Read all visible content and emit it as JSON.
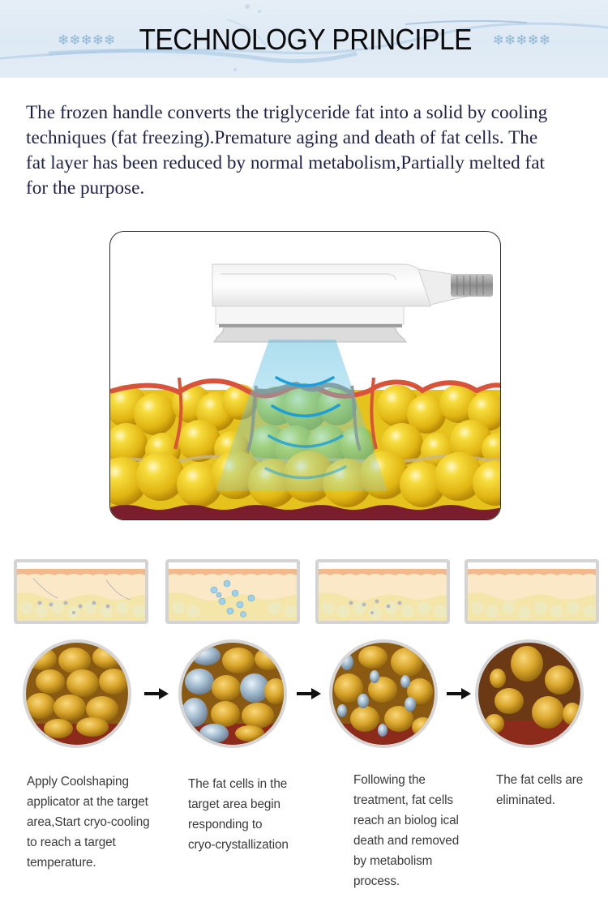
{
  "header": {
    "title": "TECHNOLOGY PRINCIPLE",
    "decoration_icon": "snowflake-icon",
    "decoration_glyph": "❄❄❄❄❄",
    "background_color": "#dde9f4"
  },
  "intro": {
    "lines": [
      "The frozen handle converts the triglyceride fat into a solid by cooling",
      "techniques (fat freezing).Premature aging and death of fat cells. The",
      "fat layer has been reduced by normal metabolism,Partially melted fat",
      "for the purpose."
    ],
    "text_color": "#1f2147"
  },
  "diagram": {
    "description": "Cryolipolysis handle applicator emitting a blue cooling beam into yellow fat cell layer beneath red skin",
    "colors": {
      "fat": "#e8c51c",
      "skin": "#d9533a",
      "beam": "#6fc3e0",
      "waves": "#1a9fd8",
      "base": "#7a1e2e"
    }
  },
  "steps": [
    {
      "caption": [
        "Apply Coolshaping",
        "applicator at the target",
        "area,Start cryo-cooling",
        "to reach a target",
        "temperature."
      ],
      "state": "normal"
    },
    {
      "caption": [
        "The fat cells in the",
        "target area begin",
        "responding to",
        "cryo-crystallization"
      ],
      "state": "crystallizing"
    },
    {
      "caption": [
        "Following the",
        "treatment, fat cells",
        "reach an biolog ical",
        "death and removed",
        "by metabolism",
        "process."
      ],
      "state": "dying"
    },
    {
      "caption": [
        "The fat cells are",
        "eliminated."
      ],
      "state": "eliminated"
    }
  ],
  "arrow_icon": "arrow-right-icon"
}
